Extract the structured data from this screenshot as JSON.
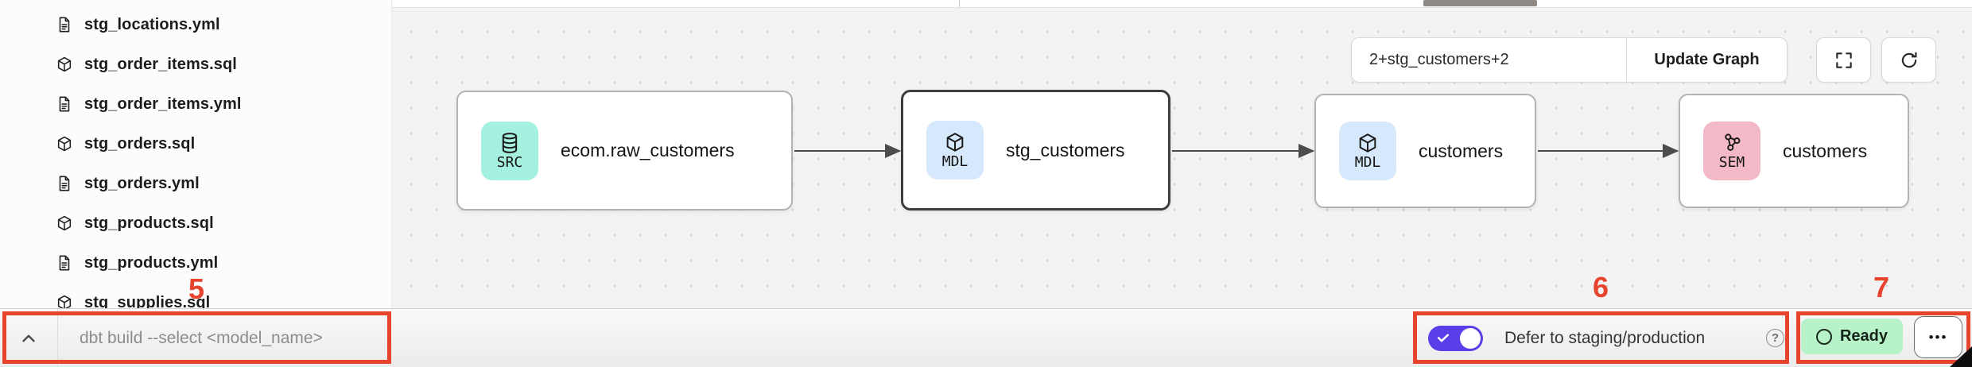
{
  "sidebar": {
    "files": [
      {
        "type": "yml",
        "name": "stg_locations.yml"
      },
      {
        "type": "sql",
        "name": "stg_order_items.sql"
      },
      {
        "type": "yml",
        "name": "stg_order_items.yml"
      },
      {
        "type": "sql",
        "name": "stg_orders.sql"
      },
      {
        "type": "yml",
        "name": "stg_orders.yml"
      },
      {
        "type": "sql",
        "name": "stg_products.sql"
      },
      {
        "type": "yml",
        "name": "stg_products.yml"
      },
      {
        "type": "sql",
        "name": "stg_supplies.sql"
      }
    ]
  },
  "lineage": {
    "selector_value": "2+stg_customers+2",
    "update_button_label": "Update Graph",
    "nodes": [
      {
        "badge": "SRC",
        "icon": "database-icon",
        "badge_color": "#a5f1e0",
        "label": "ecom.raw_customers",
        "selected": false
      },
      {
        "badge": "MDL",
        "icon": "cube-icon",
        "badge_color": "#d6e9fc",
        "label": "stg_customers",
        "selected": true
      },
      {
        "badge": "MDL",
        "icon": "cube-icon",
        "badge_color": "#d6e9fc",
        "label": "customers",
        "selected": false
      },
      {
        "badge": "SEM",
        "icon": "semantic-icon",
        "badge_color": "#f3b9c7",
        "label": "customers",
        "selected": false
      }
    ]
  },
  "command_bar": {
    "placeholder": "dbt build --select <model_name>",
    "defer_toggle": {
      "enabled": true,
      "label": "Defer to staging/production"
    },
    "status": {
      "label": "Ready",
      "color": "#b7f2c8"
    },
    "menu_label": "•••"
  },
  "annotations": {
    "color": "#e8432d",
    "labels": [
      "5",
      "6",
      "7"
    ]
  }
}
